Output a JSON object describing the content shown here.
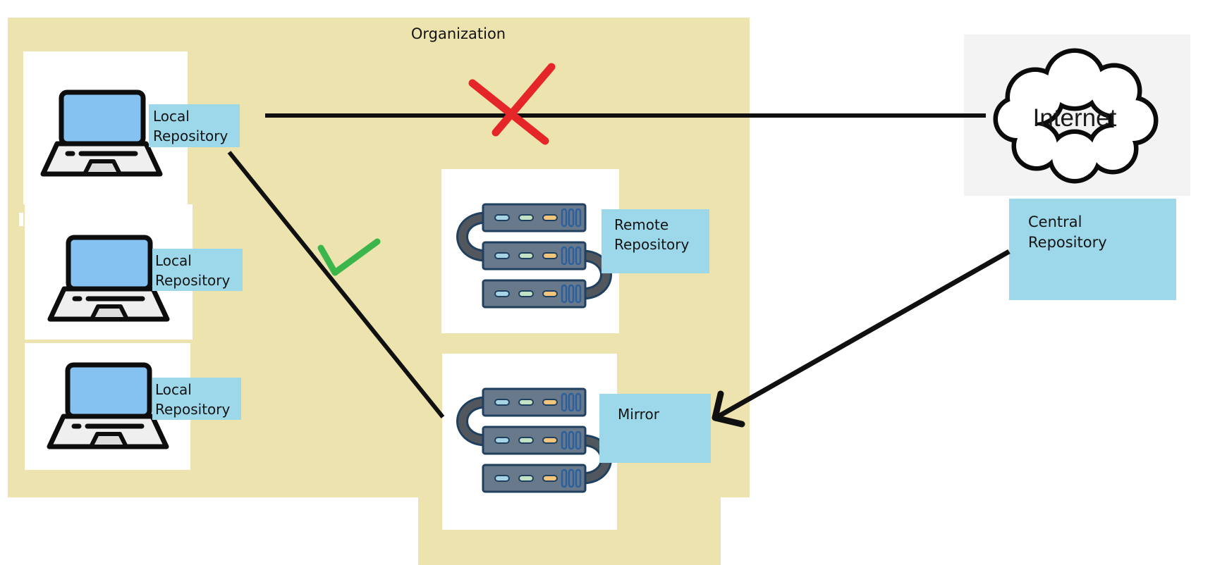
{
  "diagram": {
    "organization": {
      "label": "Organization"
    },
    "local_repositories": [
      {
        "line1": "Local",
        "line2": "Repository"
      },
      {
        "line1": "Local",
        "line2": "Repository"
      },
      {
        "line1": "Local",
        "line2": "Repository"
      }
    ],
    "remote_repository": {
      "line1": "Remote",
      "line2": "Repository"
    },
    "mirror": {
      "line1": "Mirror"
    },
    "internet": {
      "label": "Internet"
    },
    "central_repository": {
      "line1": "Central",
      "line2": "Repository"
    },
    "connections": [
      {
        "from": "Local Repository",
        "to": "Internet",
        "status": "blocked"
      },
      {
        "from": "Local Repository",
        "to": "Mirror",
        "status": "allowed"
      },
      {
        "from": "Central Repository",
        "to": "Mirror",
        "status": "arrow"
      }
    ],
    "colors": {
      "organization_bg": "#EDE3AF",
      "label_bg": "#9CD8EA",
      "internet_bg": "#F3F3F3",
      "line": "#101010",
      "blocked_x": "#E52628",
      "allowed_check": "#3CB54C",
      "laptop_screen": "#85C2F2",
      "server_body": "#68798C",
      "server_outline": "#20405F"
    }
  }
}
